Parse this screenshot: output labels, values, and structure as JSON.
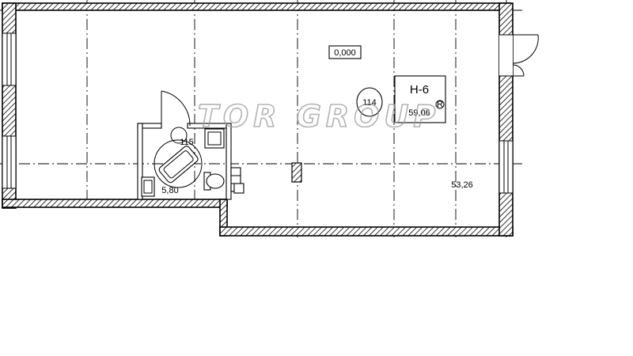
{
  "plan": {
    "elevation_mark": "0,000",
    "unit_code": "Н-6",
    "unit_area": "59,06",
    "unit_area_marker": "R",
    "room_number": "114",
    "main_room_area": "53,26",
    "bathroom_area": "5,80",
    "small_label": "115"
  },
  "watermark": {
    "text": "TOR GROUP"
  },
  "colors": {
    "line": "#000000",
    "background": "#ffffff",
    "watermark": "#9a9a9a"
  }
}
